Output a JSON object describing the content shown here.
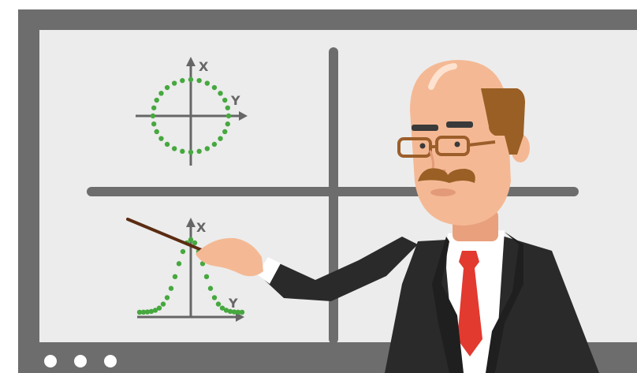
{
  "colors": {
    "frame": "#6d6d6d",
    "board": "#ececec",
    "dots": "#46a83f",
    "axis": "#666666",
    "skin": "#f4b994",
    "skin_shadow": "#e9a07c",
    "hair": "#9a5f24",
    "suit": "#2a2a2a",
    "tie": "#e23a2f",
    "shirt": "#ffffff",
    "pointer": "#5b2c12",
    "glasses": "#9c5e2a"
  },
  "board": {
    "top_graph": {
      "x_label": "X",
      "y_label": "Y"
    },
    "bottom_graph": {
      "x_label": "X",
      "y_label": "Y"
    }
  },
  "controls": {
    "dots": [
      "dot-1",
      "dot-2",
      "dot-3"
    ]
  }
}
